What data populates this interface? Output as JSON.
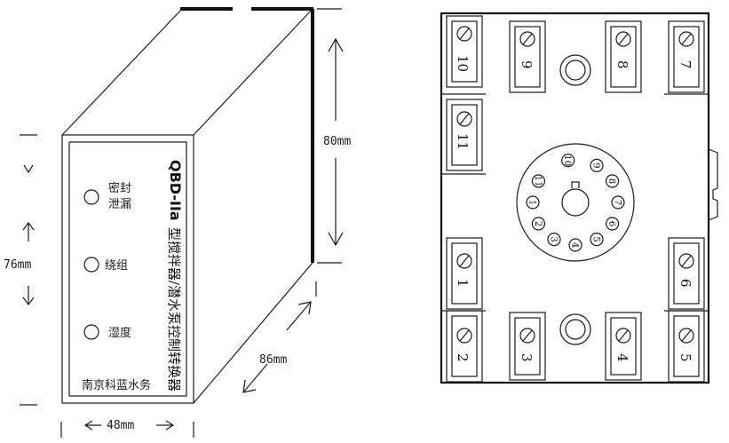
{
  "dimensions": {
    "height": "80mm",
    "depth": "86mm",
    "width": "48mm",
    "front_height": "76mm"
  },
  "front_panel": {
    "model": "QBD-IIa",
    "product_name": "型搅拌器/潜水泵控制转换器",
    "indicators": [
      {
        "line1": "密封",
        "line2": "泄漏"
      },
      {
        "line1": "绕组",
        "line2": ""
      },
      {
        "line1": "湿度",
        "line2": ""
      }
    ],
    "maker": "南京科蓝水务"
  },
  "terminals": {
    "top_row": [
      "10",
      "9",
      "8",
      "7"
    ],
    "left_side": "11",
    "middle_row": [
      "1",
      "6"
    ],
    "bottom_row": [
      "2",
      "3",
      "4",
      "5"
    ]
  },
  "socket_pins": [
    "1",
    "2",
    "3",
    "4",
    "5",
    "6",
    "7",
    "8",
    "9",
    "10",
    "11"
  ]
}
